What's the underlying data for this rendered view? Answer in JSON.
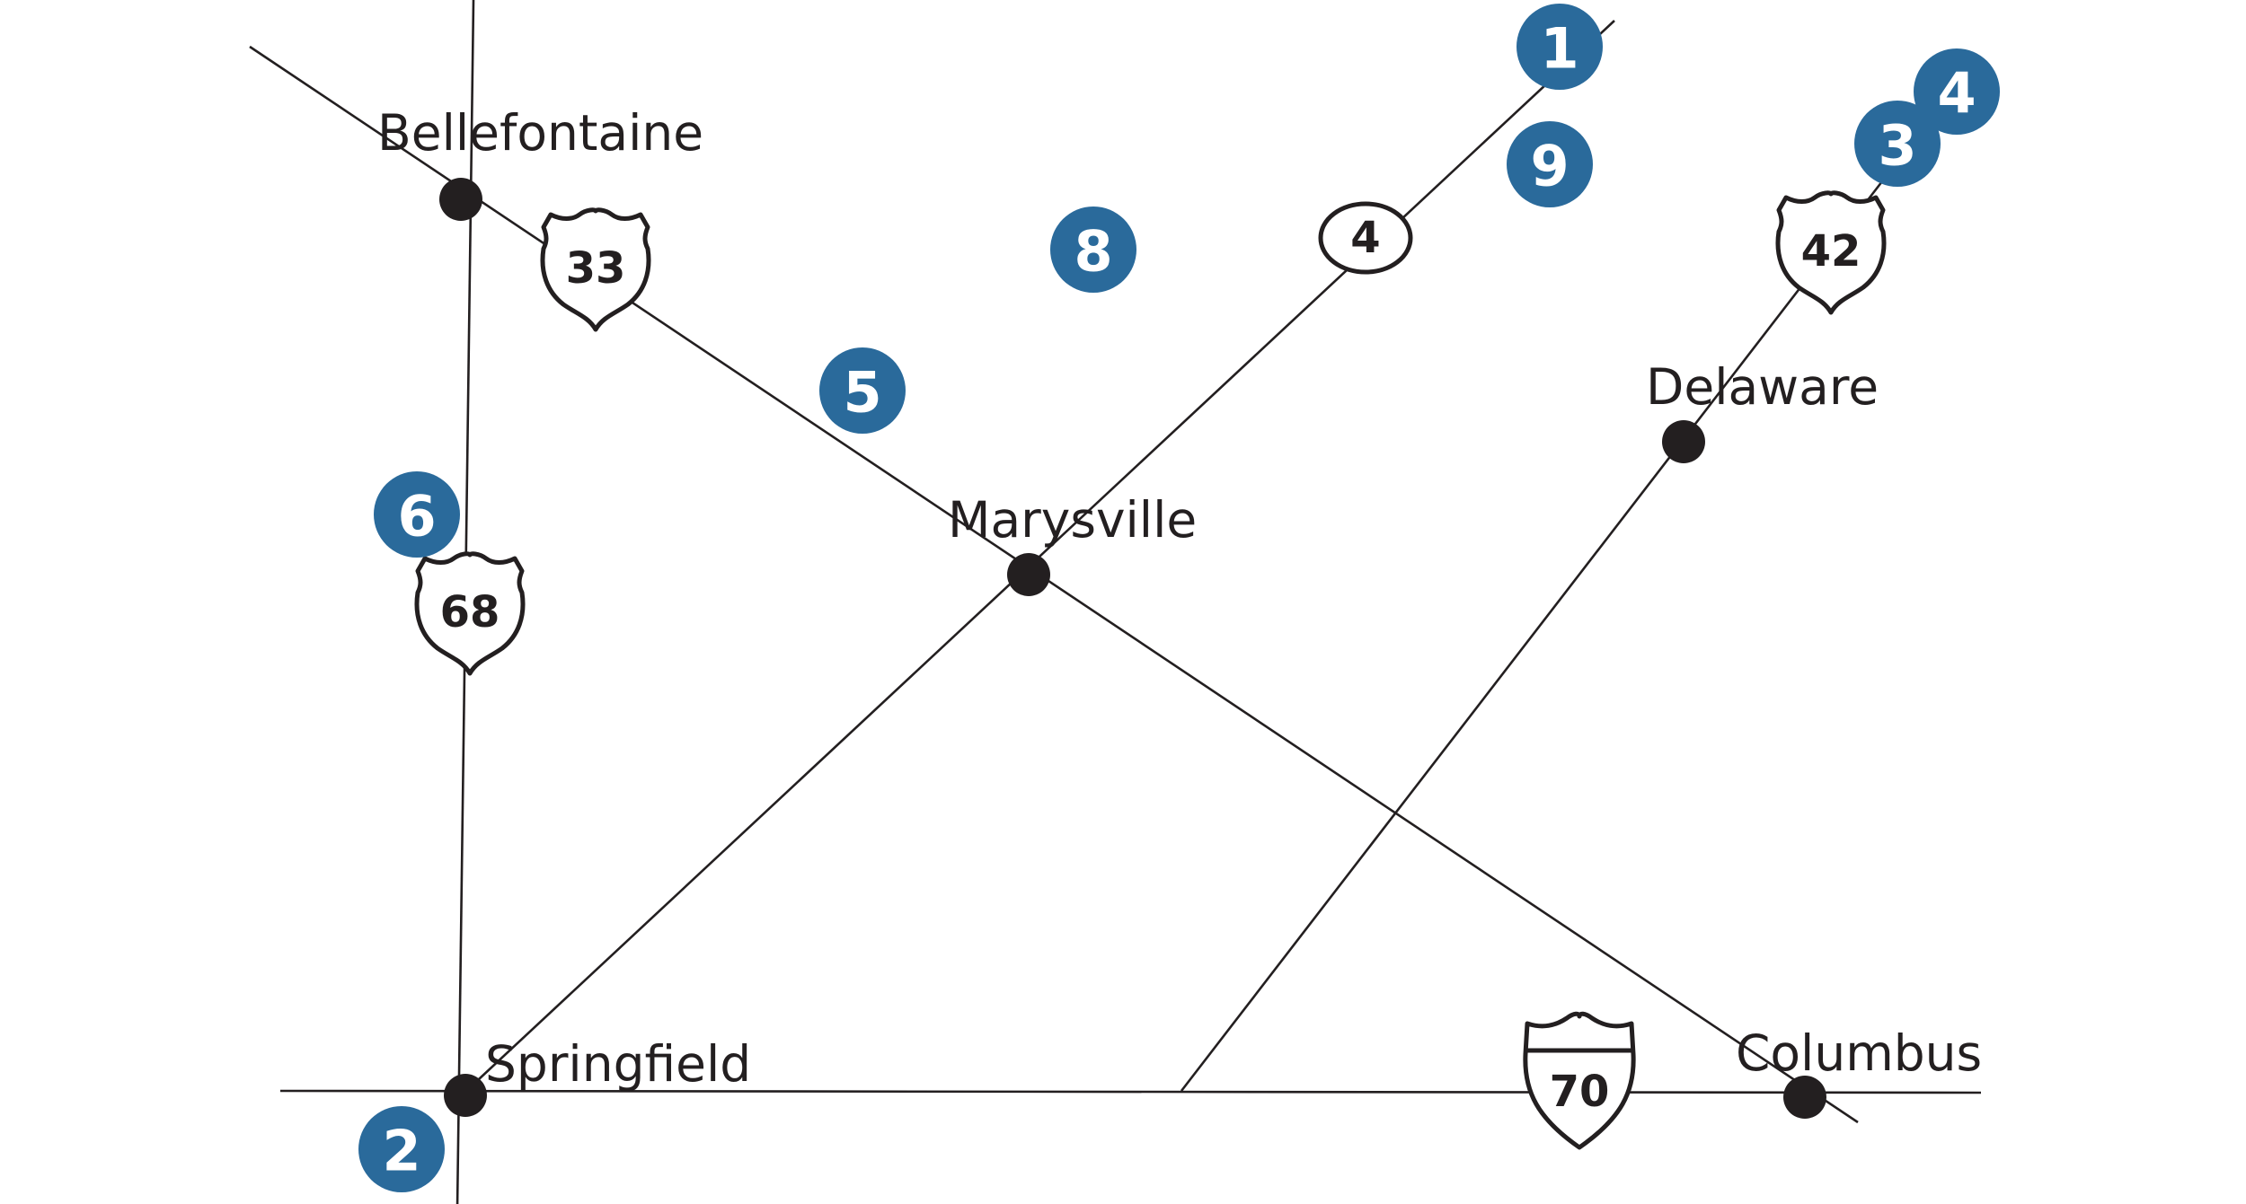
{
  "colors": {
    "road": "#231f20",
    "marker": "#2a6a9b",
    "marker_text": "#ffffff",
    "background": "#ffffff"
  },
  "cities": {
    "bellefontaine": "Bellefontaine",
    "marysville": "Marysville",
    "delaware": "Delaware",
    "springfield": "Springfield",
    "columbus": "Columbus"
  },
  "route_shields": {
    "us33": "33",
    "us68": "68",
    "us42": "42",
    "sr4": "4",
    "i70": "70"
  },
  "markers": {
    "m1": "1",
    "m2": "2",
    "m3": "3",
    "m4": "4",
    "m5": "5",
    "m6": "6",
    "m8": "8",
    "m9": "9"
  }
}
